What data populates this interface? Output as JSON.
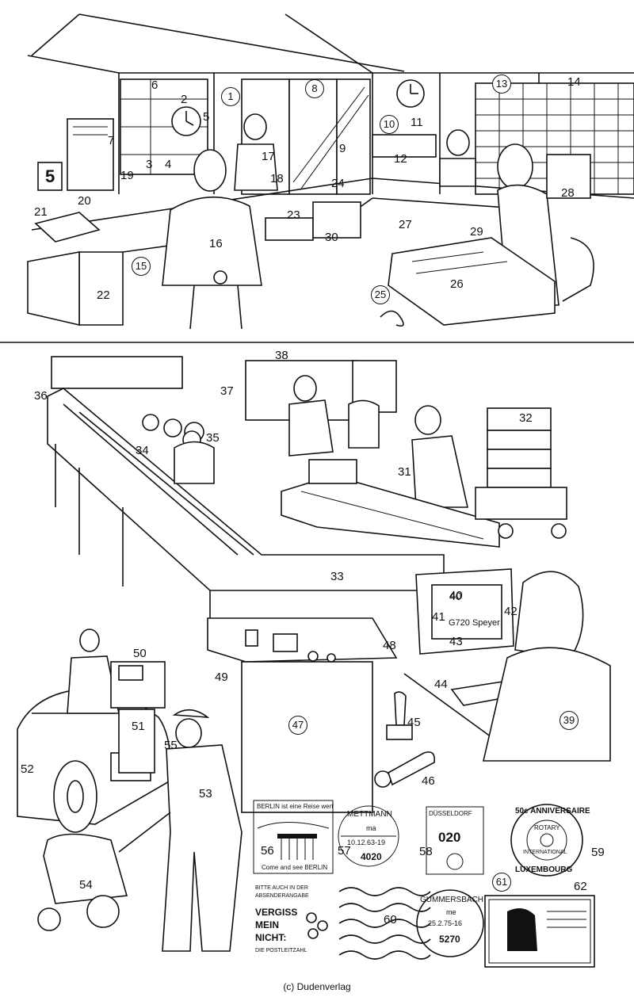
{
  "credit": "(c) Dudenverlag",
  "calendar_day": "5",
  "monitor": {
    "number": "40",
    "address_line": "G720 Speyer"
  },
  "stamps": {
    "berlin_top": "BERLIN ist eine Reise wert",
    "berlin_bottom": "Come and see BERLIN",
    "mettmann_city": "METTMANN",
    "mettmann_date": "10.12.63-19",
    "mettmann_code": "4020",
    "mettmann_ma": "ma",
    "meter_city": "DÜSSELDORF",
    "meter_value": "020",
    "rotary_top": "50e ANNIVERSAIRE",
    "rotary_mid": "ROTARY",
    "rotary_ring": "INTERNATIONAL",
    "rotary_bottom": "LUXEMBOURG",
    "slogan_top1": "BITTE AUCH IN DER",
    "slogan_top2": "ABSENDERANGABE",
    "slogan_main1": "VERGISS",
    "slogan_main2": "MEIN",
    "slogan_main3": "NICHT:",
    "slogan_bottom": "DIE POSTLEITZAHL",
    "gummersbach_city": "GUMMERSBACH",
    "gummersbach_date": "25.2.75-16",
    "gummersbach_code": "5270",
    "gummersbach_me": "me"
  },
  "labels": [
    {
      "id": "1",
      "text": "1",
      "circled": true
    },
    {
      "id": "2",
      "text": "2",
      "circled": false
    },
    {
      "id": "3",
      "text": "3",
      "circled": false
    },
    {
      "id": "4",
      "text": "4",
      "circled": false
    },
    {
      "id": "5",
      "text": "5",
      "circled": false
    },
    {
      "id": "6",
      "text": "6",
      "circled": false
    },
    {
      "id": "7",
      "text": "7",
      "circled": false
    },
    {
      "id": "8",
      "text": "8",
      "circled": true
    },
    {
      "id": "9",
      "text": "9",
      "circled": false
    },
    {
      "id": "10",
      "text": "10",
      "circled": true
    },
    {
      "id": "11",
      "text": "11",
      "circled": false
    },
    {
      "id": "12",
      "text": "12",
      "circled": false
    },
    {
      "id": "13",
      "text": "13",
      "circled": true
    },
    {
      "id": "14",
      "text": "14",
      "circled": false
    },
    {
      "id": "15",
      "text": "15",
      "circled": true
    },
    {
      "id": "16",
      "text": "16",
      "circled": false
    },
    {
      "id": "17",
      "text": "17",
      "circled": false
    },
    {
      "id": "18",
      "text": "18",
      "circled": false
    },
    {
      "id": "19",
      "text": "19",
      "circled": false
    },
    {
      "id": "20",
      "text": "20",
      "circled": false
    },
    {
      "id": "21",
      "text": "21",
      "circled": false
    },
    {
      "id": "22",
      "text": "22",
      "circled": false
    },
    {
      "id": "23",
      "text": "23",
      "circled": false
    },
    {
      "id": "24",
      "text": "24",
      "circled": false
    },
    {
      "id": "25",
      "text": "25",
      "circled": true
    },
    {
      "id": "26",
      "text": "26",
      "circled": false
    },
    {
      "id": "27",
      "text": "27",
      "circled": false
    },
    {
      "id": "28",
      "text": "28",
      "circled": false
    },
    {
      "id": "29",
      "text": "29",
      "circled": false
    },
    {
      "id": "30",
      "text": "30",
      "circled": false
    },
    {
      "id": "31",
      "text": "31",
      "circled": false
    },
    {
      "id": "32",
      "text": "32",
      "circled": false
    },
    {
      "id": "33",
      "text": "33",
      "circled": false
    },
    {
      "id": "34",
      "text": "34",
      "circled": false
    },
    {
      "id": "35",
      "text": "35",
      "circled": false
    },
    {
      "id": "36",
      "text": "36",
      "circled": false
    },
    {
      "id": "37",
      "text": "37",
      "circled": false
    },
    {
      "id": "38",
      "text": "38",
      "circled": false
    },
    {
      "id": "39",
      "text": "39",
      "circled": true
    },
    {
      "id": "40",
      "text": "40",
      "circled": false
    },
    {
      "id": "41",
      "text": "41",
      "circled": false
    },
    {
      "id": "42",
      "text": "42",
      "circled": false
    },
    {
      "id": "43",
      "text": "43",
      "circled": false
    },
    {
      "id": "44",
      "text": "44",
      "circled": false
    },
    {
      "id": "45",
      "text": "45",
      "circled": false
    },
    {
      "id": "46",
      "text": "46",
      "circled": false
    },
    {
      "id": "47",
      "text": "47",
      "circled": true
    },
    {
      "id": "48",
      "text": "48",
      "circled": false
    },
    {
      "id": "49",
      "text": "49",
      "circled": false
    },
    {
      "id": "50",
      "text": "50",
      "circled": false
    },
    {
      "id": "51",
      "text": "51",
      "circled": false
    },
    {
      "id": "52",
      "text": "52",
      "circled": false
    },
    {
      "id": "53",
      "text": "53",
      "circled": false
    },
    {
      "id": "54",
      "text": "54",
      "circled": false
    },
    {
      "id": "55",
      "text": "55",
      "circled": false
    },
    {
      "id": "56",
      "text": "56",
      "circled": false
    },
    {
      "id": "57",
      "text": "57",
      "circled": false
    },
    {
      "id": "58",
      "text": "58",
      "circled": false
    },
    {
      "id": "59",
      "text": "59",
      "circled": false
    },
    {
      "id": "60",
      "text": "60",
      "circled": false
    },
    {
      "id": "61",
      "text": "61",
      "circled": true
    },
    {
      "id": "62",
      "text": "62",
      "circled": false
    }
  ]
}
